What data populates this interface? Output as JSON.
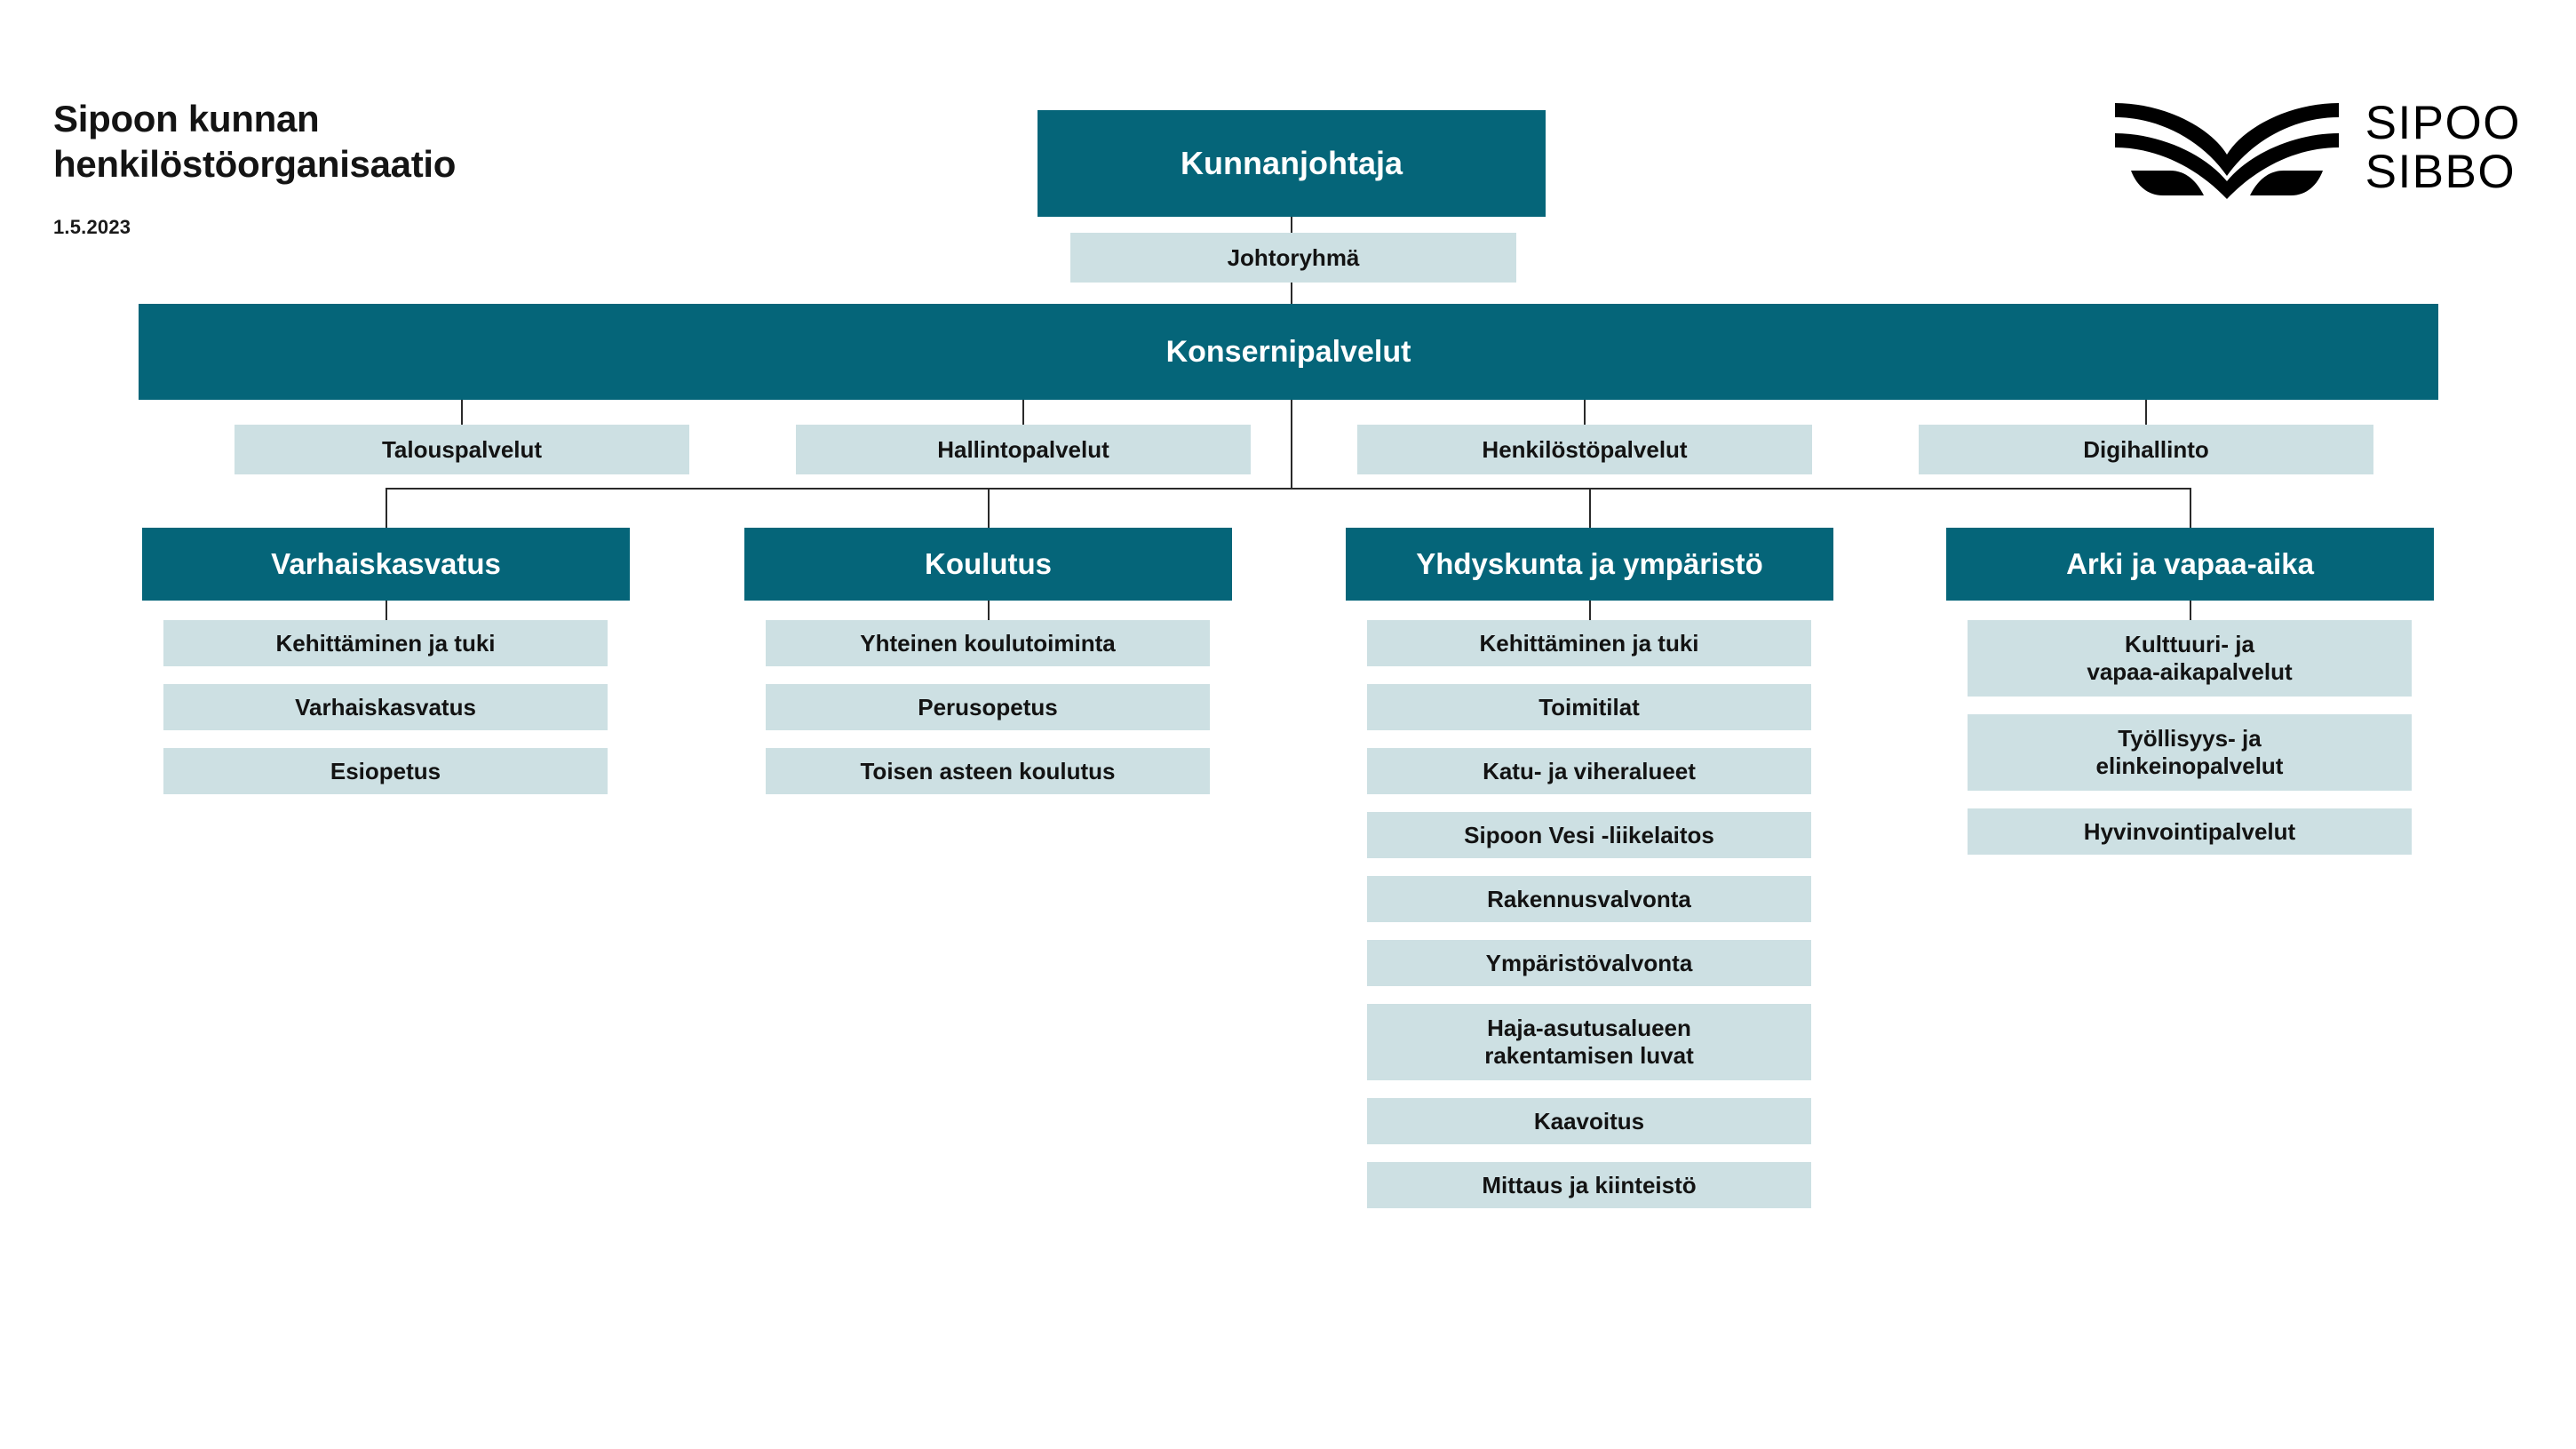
{
  "header": {
    "title_line1": "Sipoon kunnan",
    "title_line2": "henkilöstöorganisaatio",
    "date": "1.5.2023"
  },
  "logo": {
    "name_fi": "SIPOO",
    "name_sv": "SIBBO"
  },
  "colors": {
    "teal": "#056579",
    "light_blue": "#cde0e3",
    "text_dark": "#131313",
    "text_light": "#ffffff",
    "line": "#2a2a2a",
    "background": "#ffffff"
  },
  "chart_data": {
    "type": "org-chart",
    "title": "Sipoon kunnan henkilöstöorganisaatio",
    "root": "Kunnanjohtaja"
  },
  "nodes": {
    "kunnanjohtaja": "Kunnanjohtaja",
    "johtoryhma": "Johtoryhmä",
    "konsernipalvelut": "Konsernipalvelut"
  },
  "konserni_units": [
    {
      "label": "Talouspalvelut"
    },
    {
      "label": "Hallintopalvelut"
    },
    {
      "label": "Henkilöstöpalvelut"
    },
    {
      "label": "Digihallinto"
    }
  ],
  "departments": [
    {
      "label": "Varhaiskasvatus",
      "children": [
        {
          "label": "Kehittäminen ja tuki"
        },
        {
          "label": "Varhaiskasvatus"
        },
        {
          "label": "Esiopetus"
        }
      ]
    },
    {
      "label": "Koulutus",
      "children": [
        {
          "label": "Yhteinen koulutoiminta"
        },
        {
          "label": "Perusopetus"
        },
        {
          "label": "Toisen asteen koulutus"
        }
      ]
    },
    {
      "label": "Yhdyskunta ja ympäristö",
      "children": [
        {
          "label": "Kehittäminen ja tuki"
        },
        {
          "label": "Toimitilat"
        },
        {
          "label": "Katu- ja viheralueet"
        },
        {
          "label": "Sipoon Vesi -liikelaitos"
        },
        {
          "label": "Rakennusvalvonta"
        },
        {
          "label": "Ympäristövalvonta"
        },
        {
          "label": "Haja-asutusalueen",
          "label2": "rakentamisen luvat"
        },
        {
          "label": "Kaavoitus"
        },
        {
          "label": "Mittaus ja kiinteistö"
        }
      ]
    },
    {
      "label": "Arki ja vapaa-aika",
      "children": [
        {
          "label": "Kulttuuri- ja",
          "label2": "vapaa-aikapalvelut"
        },
        {
          "label": "Työllisyys- ja",
          "label2": "elinkeinopalvelut"
        },
        {
          "label": "Hyvinvointipalvelut"
        }
      ]
    }
  ]
}
